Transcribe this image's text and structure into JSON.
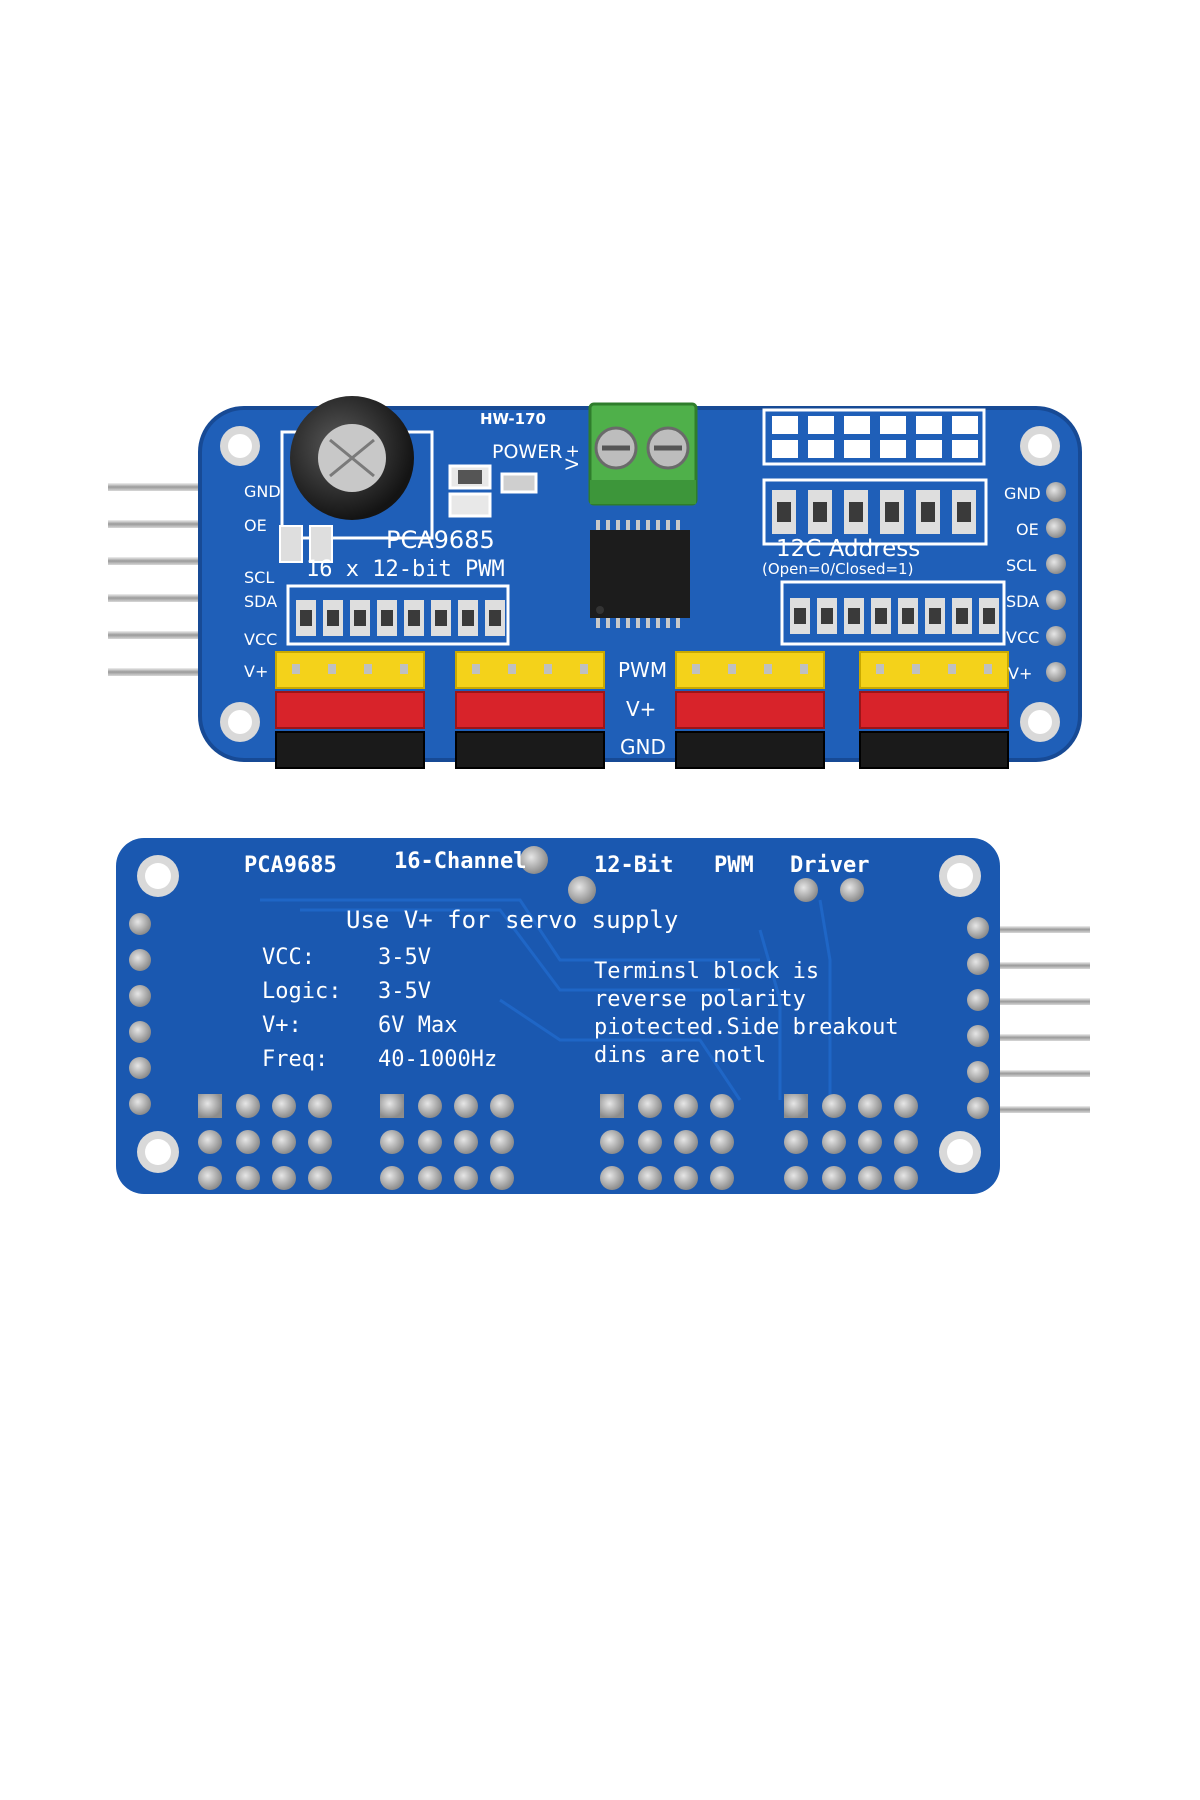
{
  "front": {
    "model": "HW-170",
    "power_label": "POWER",
    "vplus_terminal_label": "V+",
    "chip_name": "PCA9685",
    "subtitle": "16 x 12-bit PWM",
    "i2c_title": "12C Address",
    "i2c_note": "(Open=0/Closed=1)",
    "left_pins": [
      "GND",
      "OE",
      "SCL",
      "SDA",
      "VCC",
      "V+"
    ],
    "right_pins": [
      "GND",
      "OE",
      "SCL",
      "SDA",
      "VCC",
      "V+"
    ],
    "row_labels": [
      "PWM",
      "V+",
      "GND"
    ],
    "colors": {
      "pcb": "#1f5fb8",
      "header_pwm": "#f4d21a",
      "header_vplus": "#d8232a",
      "header_gnd": "#1a1a1a",
      "terminal": "#4fb04a"
    }
  },
  "back": {
    "title_parts": [
      "PCA9685",
      "16-Channel",
      "12-Bit",
      "PWM",
      "Driver"
    ],
    "supply_note": "Use V+ for servo supply",
    "specs": [
      {
        "key": "VCC:",
        "value": "3-5V"
      },
      {
        "key": "Logic:",
        "value": "3-5V"
      },
      {
        "key": "V+:",
        "value": "6V Max"
      },
      {
        "key": "Freq:",
        "value": "40-1000Hz"
      }
    ],
    "note_lines": [
      "Terminsl block is",
      "reverse polarity",
      "piotected.Side breakout",
      "dins are notl"
    ],
    "colors": {
      "pcb": "#1a58b0"
    }
  }
}
